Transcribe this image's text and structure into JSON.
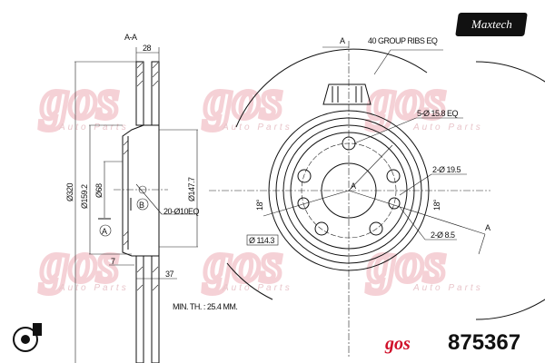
{
  "watermark": {
    "brand": "gos",
    "tagline": "Auto Parts"
  },
  "logo": {
    "text": "Maxtech"
  },
  "part_number": "875367",
  "footer_brand": "gos",
  "section": {
    "title": "A-A",
    "width_dim": "28",
    "outer_dia": "Ø320",
    "hub_dia": "Ø159.2",
    "bore_dia": "Ø68",
    "inner_dia": "Ø147.7",
    "holes_note": "20-Ø10EQ",
    "datum_a": "A",
    "datum_b": "B",
    "offset_dim": "7",
    "height_dim": "37",
    "min_thickness": "MIN. TH. : 25.4 MM."
  },
  "front_view": {
    "ribs_note": "40 GROUP RIBS EQ",
    "bolt_holes": "5-Ø 15.8 EQ",
    "holes_195": "2-Ø 19.5",
    "holes_85": "2-Ø 8.5",
    "pcd": "Ø 114.3",
    "angle_left": "18°",
    "angle_right": "18°",
    "section_mark_top": "A",
    "section_mark_bottom": "A",
    "center_label": "A"
  },
  "colors": {
    "brand_red": "#d0102a",
    "watermark": "#f0b4bc"
  }
}
